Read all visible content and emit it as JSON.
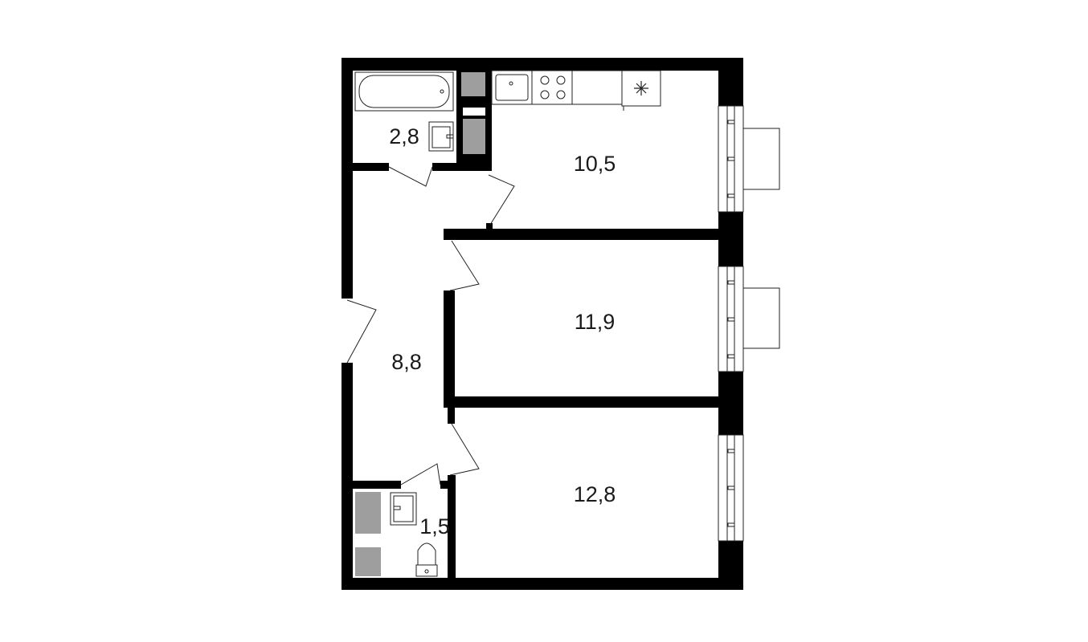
{
  "plan": {
    "rooms": [
      {
        "id": "bathroom",
        "area": "2,8"
      },
      {
        "id": "kitchen",
        "area": "10,5"
      },
      {
        "id": "room-1",
        "area": "11,9"
      },
      {
        "id": "hallway",
        "area": "8,8"
      },
      {
        "id": "room-2",
        "area": "12,8"
      },
      {
        "id": "toilet",
        "area": "1,5"
      }
    ],
    "icons": [
      "bathtub-icon",
      "washbasin-icon",
      "kitchen-sink-icon",
      "stove-icon",
      "fridge-icon",
      "toilet-icon"
    ],
    "colors": {
      "wall": "#000000",
      "shaft": "#9e9e9e",
      "line": "#222222"
    }
  }
}
